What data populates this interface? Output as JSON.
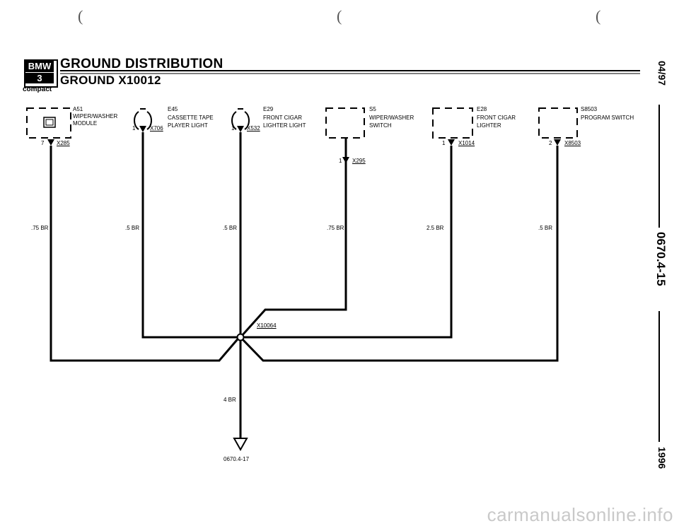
{
  "header": {
    "title": "GROUND DISTRIBUTION",
    "subtitle": "GROUND X10012",
    "logo_brand": "BMW",
    "logo_series": "3",
    "logo_variant": "compact"
  },
  "side_margin": {
    "date": "04/97",
    "page_ref": "0670.4-15",
    "year": "1996"
  },
  "components": [
    {
      "id": "A51",
      "name_line1": "WIPER/WASHER",
      "name_line2": "MODULE",
      "pin": "7",
      "connector": "X285",
      "wire": ".75 BR"
    },
    {
      "id": "E45",
      "name_line1": "CASSETTE TAPE",
      "name_line2": "PLAYER LIGHT",
      "pin": "1",
      "connector": "X706",
      "wire": ".5 BR"
    },
    {
      "id": "E29",
      "name_line1": "FRONT CIGAR",
      "name_line2": "LIGHTER LIGHT",
      "pin": "1",
      "connector": "X532",
      "wire": ".5 BR"
    },
    {
      "id": "S5",
      "name_line1": "WIPER/WASHER",
      "name_line2": "SWITCH",
      "pin": "1",
      "connector": "X295",
      "wire": ".75 BR"
    },
    {
      "id": "E28",
      "name_line1": "FRONT CIGAR",
      "name_line2": "LIGHTER",
      "pin": "1",
      "connector": "X1014",
      "wire": "2.5 BR"
    },
    {
      "id": "S8503",
      "name_line1": "PROGRAM SWITCH",
      "name_line2": "",
      "pin": "2",
      "connector": "X8503",
      "wire": ".5 BR"
    }
  ],
  "splice": {
    "label": "X10064"
  },
  "main_wire": {
    "label": "4 BR"
  },
  "ground": {
    "ref": "0670.4-17"
  },
  "watermark": "carmanualsonline.info",
  "colors": {
    "line": "#000000",
    "background": "#ffffff",
    "watermark": "#c9c9c9"
  }
}
